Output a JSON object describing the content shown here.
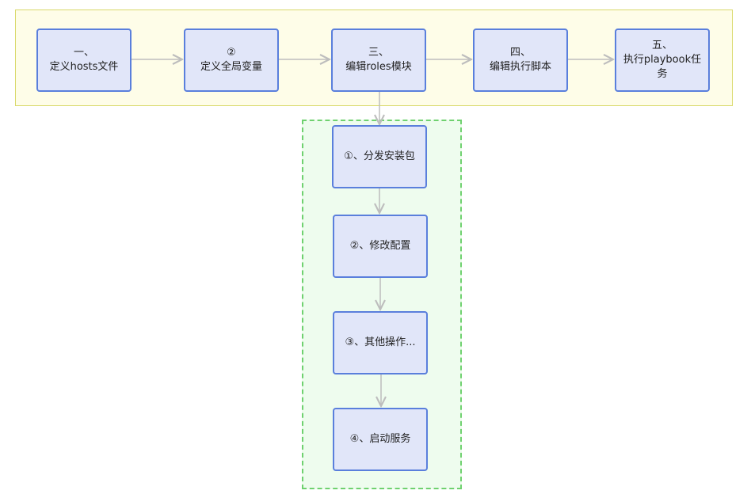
{
  "colors": {
    "node_fill": "#e1e6f9",
    "node_border": "#5a7fdc",
    "group_top_fill": "#fefde8",
    "group_top_border": "#d9d96a",
    "group_sub_fill": "#eefcee",
    "group_sub_border": "#6fd16f",
    "arrow": "#bdbdbd"
  },
  "steps": [
    {
      "line1": "一、",
      "line2": "定义hosts文件"
    },
    {
      "line1": "②",
      "line2": "定义全局变量"
    },
    {
      "line1": "三、",
      "line2": "编辑roles模块"
    },
    {
      "line1": "四、",
      "line2": "编辑执行脚本"
    },
    {
      "line1": "五、",
      "line2": "执行playbook任",
      "line3": "务"
    }
  ],
  "substeps": [
    {
      "label": "①、分发安装包"
    },
    {
      "label": "②、修改配置"
    },
    {
      "label": "③、其他操作..."
    },
    {
      "label": "④、启动服务"
    }
  ]
}
